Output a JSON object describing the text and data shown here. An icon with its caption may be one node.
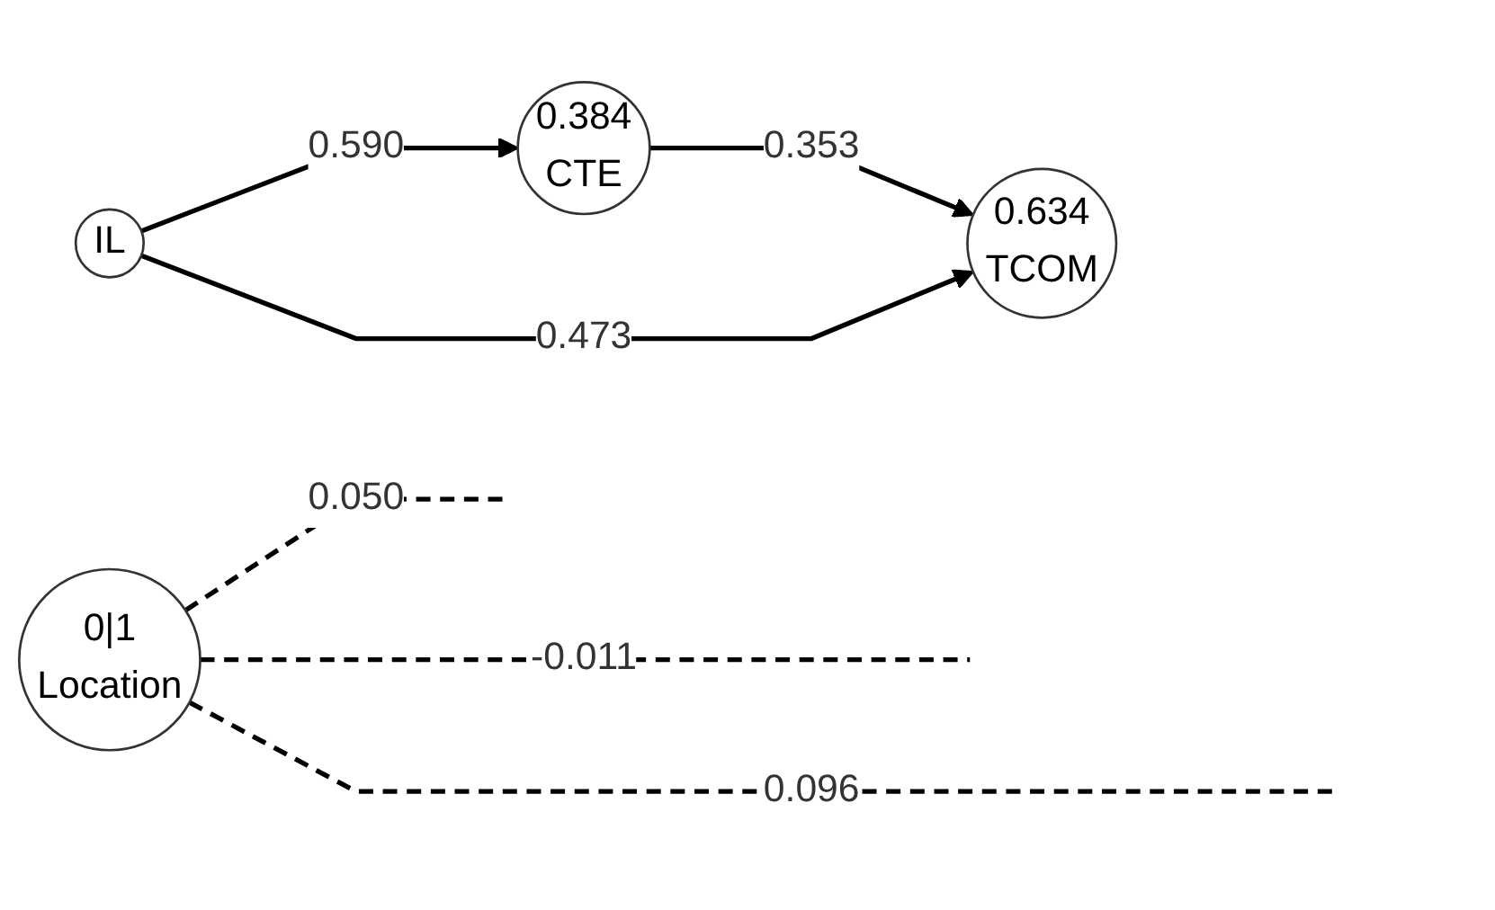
{
  "diagram": {
    "nodes": [
      {
        "text": [
          "0.384",
          "CTE"
        ]
      },
      {
        "text": [
          "0|1",
          "Location"
        ]
      },
      {
        "text": [
          "IL"
        ]
      },
      {
        "text": [
          "0.634",
          "TCOM"
        ]
      }
    ],
    "edges": [
      {
        "from": 2,
        "to": 0,
        "arrow": "to",
        "label": "0.590"
      },
      {
        "from": 0,
        "to": 3,
        "arrow": "to",
        "label": "0.353"
      },
      {
        "from": 2,
        "to": 3,
        "arrow": "to",
        "label": "0.473"
      },
      {
        "from": 1,
        "to": null,
        "arrow": "none",
        "label": "0.050",
        "style": "dashed"
      },
      {
        "from": 1,
        "to": null,
        "arrow": "none",
        "label": "-0.011",
        "style": "dashed"
      },
      {
        "from": 1,
        "to": null,
        "arrow": "none",
        "label": "0.096",
        "style": "dashed"
      }
    ]
  }
}
